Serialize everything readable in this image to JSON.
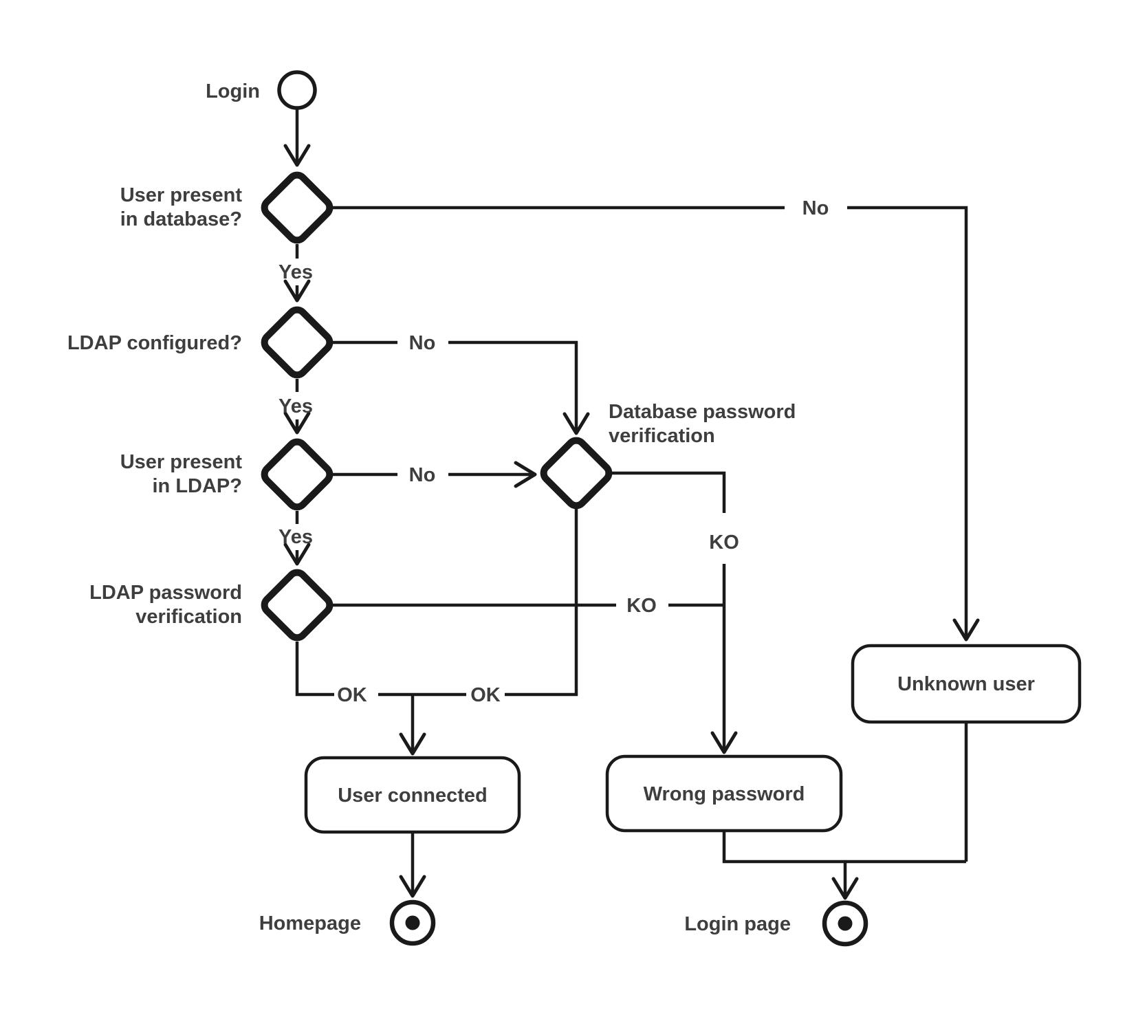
{
  "colors": {
    "background": "#FFFFFF",
    "line": "#1A1A1A",
    "text": "#3E3E3E",
    "green": "#B2CD8B",
    "orange": "#F7A81C"
  },
  "nodes": {
    "start": {
      "label": "Login"
    },
    "decision_user_in_database": {
      "line1": "User present",
      "line2": "in database?"
    },
    "decision_ldap_configured": {
      "label": "LDAP configured?"
    },
    "decision_user_in_ldap": {
      "line1": "User present",
      "line2": "in LDAP?"
    },
    "decision_ldap_password": {
      "line1": "LDAP password",
      "line2": "verification"
    },
    "decision_db_password": {
      "line1": "Database password",
      "line2": "verification"
    },
    "activity_user_connected": {
      "label": "User connected"
    },
    "activity_wrong_password": {
      "label": "Wrong password"
    },
    "activity_unknown_user": {
      "label": "Unknown user"
    },
    "end_homepage": {
      "label": "Homepage"
    },
    "end_login_page": {
      "label": "Login page"
    }
  },
  "edge_labels": {
    "user_in_database_no": "No",
    "user_in_database_yes": "Yes",
    "ldap_configured_no": "No",
    "ldap_configured_yes": "Yes",
    "user_in_ldap_no": "No",
    "user_in_ldap_yes": "Yes",
    "ldap_password_ko": "KO",
    "ldap_password_ok": "OK",
    "db_password_ko": "KO",
    "db_password_ok": "OK"
  }
}
